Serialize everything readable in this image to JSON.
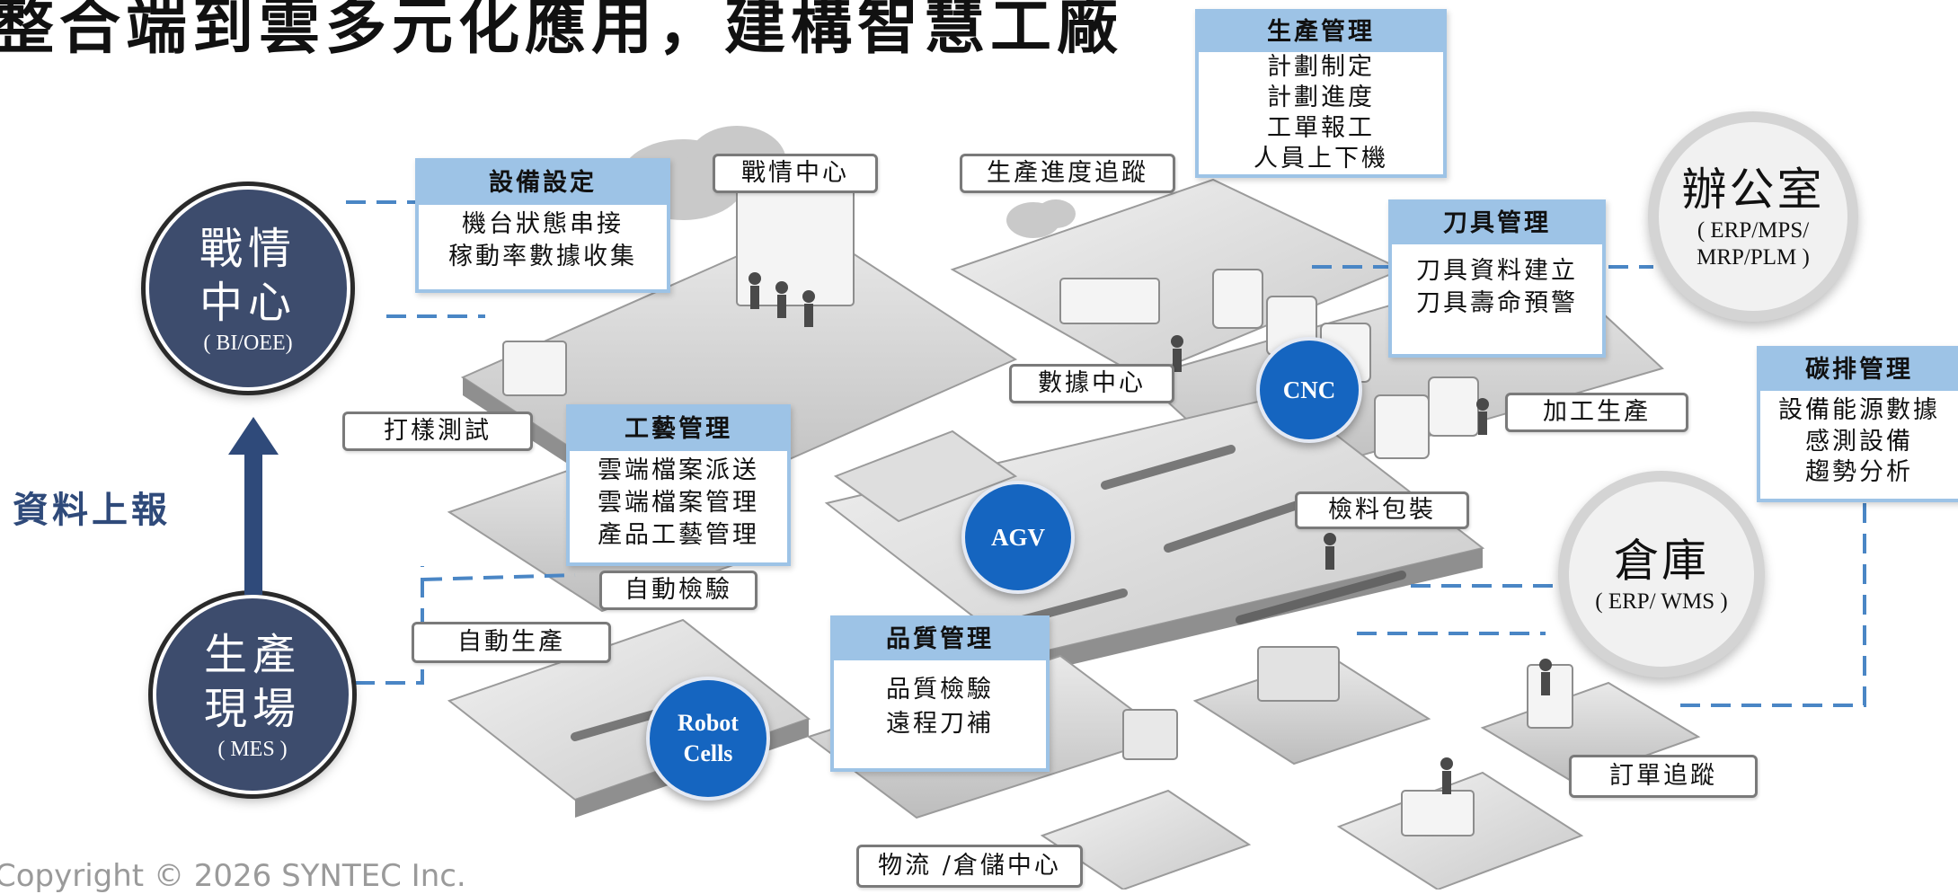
{
  "title": "整合端到雲多元化應用，建構智慧工廠",
  "copyright": "Copyright © 2026 SYNTEC Inc.",
  "flow_label": "資料上報",
  "circles": {
    "war_room": {
      "line1": "戰情",
      "line2": "中心",
      "sub": "( BI/OEE)"
    },
    "shop_floor": {
      "line1": "生產",
      "line2": "現場",
      "sub": "( MES )"
    },
    "office": {
      "line1": "辦公室",
      "sub1": "( ERP/MPS/",
      "sub2": "MRP/PLM )"
    },
    "warehouse": {
      "line1": "倉庫",
      "sub": "( ERP/ WMS )"
    }
  },
  "badges": {
    "cnc": "CNC",
    "agv": "AGV",
    "robot_line1": "Robot",
    "robot_line2": "Cells"
  },
  "panels": {
    "production_mgmt": {
      "title": "生產管理",
      "lines": [
        "計劃制定",
        "計劃進度",
        "工單報工",
        "人員上下機"
      ]
    },
    "equipment_setup": {
      "title": "設備設定",
      "lines": [
        "機台狀態串接",
        "稼動率數據收集"
      ]
    },
    "tool_mgmt": {
      "title": "刀具管理",
      "lines": [
        "刀具資料建立",
        "刀具壽命預警"
      ]
    },
    "carbon_mgmt": {
      "title": "碳排管理",
      "lines": [
        "設備能源數據",
        "感測設備",
        "趨勢分析"
      ]
    },
    "process_mgmt": {
      "title": "工藝管理",
      "lines": [
        "雲端檔案派送",
        "雲端檔案管理",
        "產品工藝管理"
      ]
    },
    "quality_mgmt": {
      "title": "品質管理",
      "lines": [
        "品質檢驗",
        "遠程刀補"
      ]
    }
  },
  "labels": {
    "war_center": "戰情中心",
    "progress_tracking": "生產進度追蹤",
    "data_center": "數據中心",
    "sample_test": "打樣測試",
    "machining": "加工生產",
    "inspection_packing": "檢料包裝",
    "auto_inspection": "自動檢驗",
    "auto_production": "自動生產",
    "order_tracking": "訂單追蹤",
    "logistics": "物流 /倉儲中心"
  },
  "colors": {
    "navy": "#3d4c6d",
    "badge_blue": "#1565c0",
    "panel_blue": "#9dc3e6",
    "dashed_blue": "#4a86c5"
  }
}
